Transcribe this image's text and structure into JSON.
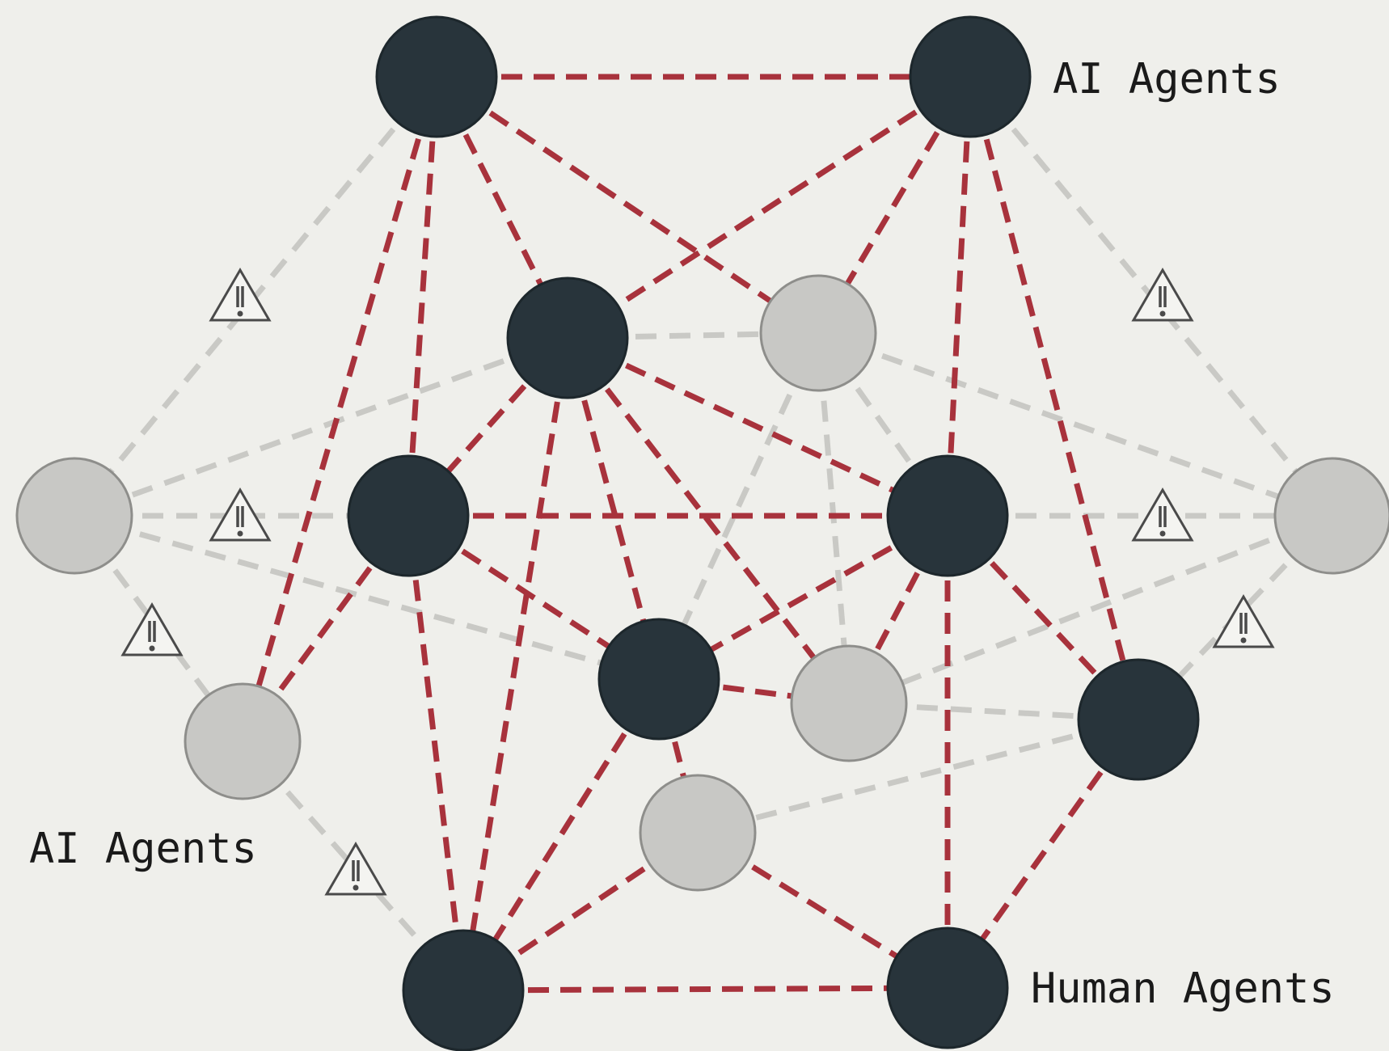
{
  "labels": {
    "top_right": "AI Agents",
    "left": "AI Agents",
    "bottom_right": "Human Agents"
  },
  "colors": {
    "background": "#efefeb",
    "dark_node": "#28343b",
    "light_node": "#c8c8c5",
    "red_link": "#a8323c",
    "gray_link": "#c9c9c5",
    "warning": "#4a4a4a"
  },
  "nodes": [
    {
      "id": "n1",
      "kind": "dark"
    },
    {
      "id": "n2",
      "kind": "dark"
    },
    {
      "id": "n3",
      "kind": "dark"
    },
    {
      "id": "n4",
      "kind": "light"
    },
    {
      "id": "n5",
      "kind": "light"
    },
    {
      "id": "n6",
      "kind": "dark"
    },
    {
      "id": "n7",
      "kind": "dark"
    },
    {
      "id": "n8",
      "kind": "light"
    },
    {
      "id": "n9",
      "kind": "light"
    },
    {
      "id": "n10",
      "kind": "dark"
    },
    {
      "id": "n11",
      "kind": "light"
    },
    {
      "id": "n12",
      "kind": "dark"
    },
    {
      "id": "n13",
      "kind": "light"
    },
    {
      "id": "n14",
      "kind": "dark"
    },
    {
      "id": "n15",
      "kind": "dark"
    }
  ],
  "edges": [
    {
      "from": "n1",
      "to": "n2",
      "style": "red"
    },
    {
      "from": "n1",
      "to": "n3",
      "style": "red"
    },
    {
      "from": "n1",
      "to": "n6",
      "style": "red"
    },
    {
      "from": "n1",
      "to": "n4",
      "style": "red"
    },
    {
      "from": "n1",
      "to": "n11",
      "style": "red"
    },
    {
      "from": "n2",
      "to": "n3",
      "style": "red"
    },
    {
      "from": "n2",
      "to": "n4",
      "style": "red"
    },
    {
      "from": "n2",
      "to": "n7",
      "style": "red"
    },
    {
      "from": "n2",
      "to": "n12",
      "style": "red"
    },
    {
      "from": "n3",
      "to": "n6",
      "style": "red"
    },
    {
      "from": "n3",
      "to": "n7",
      "style": "red"
    },
    {
      "from": "n3",
      "to": "n10",
      "style": "red"
    },
    {
      "from": "n3",
      "to": "n9",
      "style": "red"
    },
    {
      "from": "n3",
      "to": "n14",
      "style": "red"
    },
    {
      "from": "n6",
      "to": "n7",
      "style": "red"
    },
    {
      "from": "n6",
      "to": "n10",
      "style": "red"
    },
    {
      "from": "n6",
      "to": "n11",
      "style": "red"
    },
    {
      "from": "n6",
      "to": "n14",
      "style": "red"
    },
    {
      "from": "n7",
      "to": "n10",
      "style": "red"
    },
    {
      "from": "n7",
      "to": "n9",
      "style": "red"
    },
    {
      "from": "n7",
      "to": "n12",
      "style": "red"
    },
    {
      "from": "n7",
      "to": "n15",
      "style": "red"
    },
    {
      "from": "n10",
      "to": "n9",
      "style": "red"
    },
    {
      "from": "n10",
      "to": "n13",
      "style": "red"
    },
    {
      "from": "n10",
      "to": "n14",
      "style": "red"
    },
    {
      "from": "n12",
      "to": "n15",
      "style": "red"
    },
    {
      "from": "n13",
      "to": "n14",
      "style": "red"
    },
    {
      "from": "n13",
      "to": "n15",
      "style": "red"
    },
    {
      "from": "n14",
      "to": "n15",
      "style": "red"
    },
    {
      "from": "n1",
      "to": "n5",
      "style": "gray"
    },
    {
      "from": "n2",
      "to": "n8",
      "style": "gray"
    },
    {
      "from": "n3",
      "to": "n4",
      "style": "gray"
    },
    {
      "from": "n3",
      "to": "n5",
      "style": "gray"
    },
    {
      "from": "n4",
      "to": "n8",
      "style": "gray"
    },
    {
      "from": "n4",
      "to": "n9",
      "style": "gray"
    },
    {
      "from": "n4",
      "to": "n10",
      "style": "gray"
    },
    {
      "from": "n4",
      "to": "n7",
      "style": "gray"
    },
    {
      "from": "n5",
      "to": "n6",
      "style": "gray"
    },
    {
      "from": "n5",
      "to": "n10",
      "style": "gray"
    },
    {
      "from": "n5",
      "to": "n11",
      "style": "gray"
    },
    {
      "from": "n11",
      "to": "n14",
      "style": "gray"
    },
    {
      "from": "n7",
      "to": "n8",
      "style": "gray"
    },
    {
      "from": "n8",
      "to": "n9",
      "style": "gray"
    },
    {
      "from": "n8",
      "to": "n12",
      "style": "gray"
    },
    {
      "from": "n9",
      "to": "n12",
      "style": "gray"
    },
    {
      "from": "n12",
      "to": "n13",
      "style": "gray"
    }
  ],
  "warnings": [
    {
      "id": "w1",
      "icon": "warning-icon"
    },
    {
      "id": "w2",
      "icon": "warning-icon"
    },
    {
      "id": "w3",
      "icon": "warning-icon"
    },
    {
      "id": "w4",
      "icon": "warning-icon"
    },
    {
      "id": "w5",
      "icon": "warning-icon"
    },
    {
      "id": "w6",
      "icon": "warning-icon"
    },
    {
      "id": "w7",
      "icon": "warning-icon"
    }
  ]
}
